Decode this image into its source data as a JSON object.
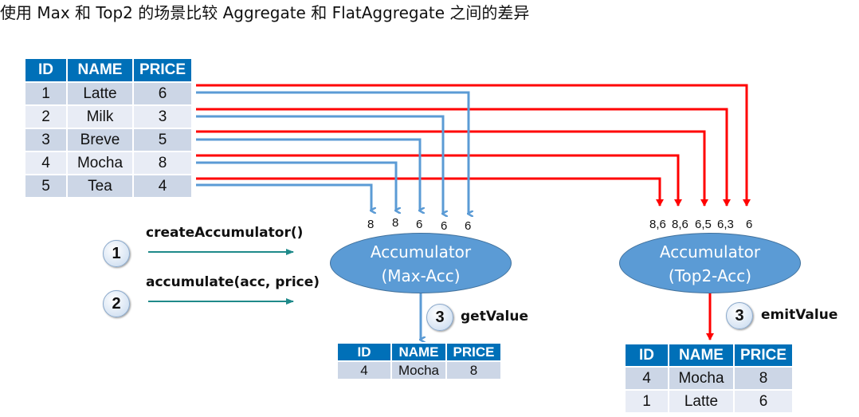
{
  "title": "使用 Max 和 Top2 的场景比较 Aggregate 和 FlatAggregate 之间的差异",
  "headers": [
    "ID",
    "NAME",
    "PRICE"
  ],
  "source_rows": [
    [
      "1",
      "Latte",
      "6"
    ],
    [
      "2",
      "Milk",
      "3"
    ],
    [
      "3",
      "Breve",
      "5"
    ],
    [
      "4",
      "Mocha",
      "8"
    ],
    [
      "5",
      "Tea",
      "4"
    ]
  ],
  "max_labels": [
    "8",
    "8",
    "6",
    "6",
    "6"
  ],
  "top2_labels": [
    "8,6",
    "8,6",
    "6,5",
    "6,3",
    "6"
  ],
  "steps": {
    "s1": "1",
    "s1_label": "createAccumulator()",
    "s2": "2",
    "s2_label": "accumulate(acc, price)",
    "s3": "3",
    "s3a_label": "getValue",
    "s3b_label": "emitValue"
  },
  "acc_max": {
    "line1": "Accumulator",
    "line2": "(Max-Acc)"
  },
  "acc_top2": {
    "line1": "Accumulator",
    "line2": "(Top2-Acc)"
  },
  "max_result": [
    [
      "4",
      "Mocha",
      "8"
    ]
  ],
  "top2_result": [
    [
      "4",
      "Mocha",
      "8"
    ],
    [
      "1",
      "Latte",
      "6"
    ]
  ],
  "colors": {
    "blue_line": "#5b9bd5",
    "red_line": "#ff0000",
    "teal_arrow": "#1f8a8a",
    "header": "#0070b8"
  }
}
